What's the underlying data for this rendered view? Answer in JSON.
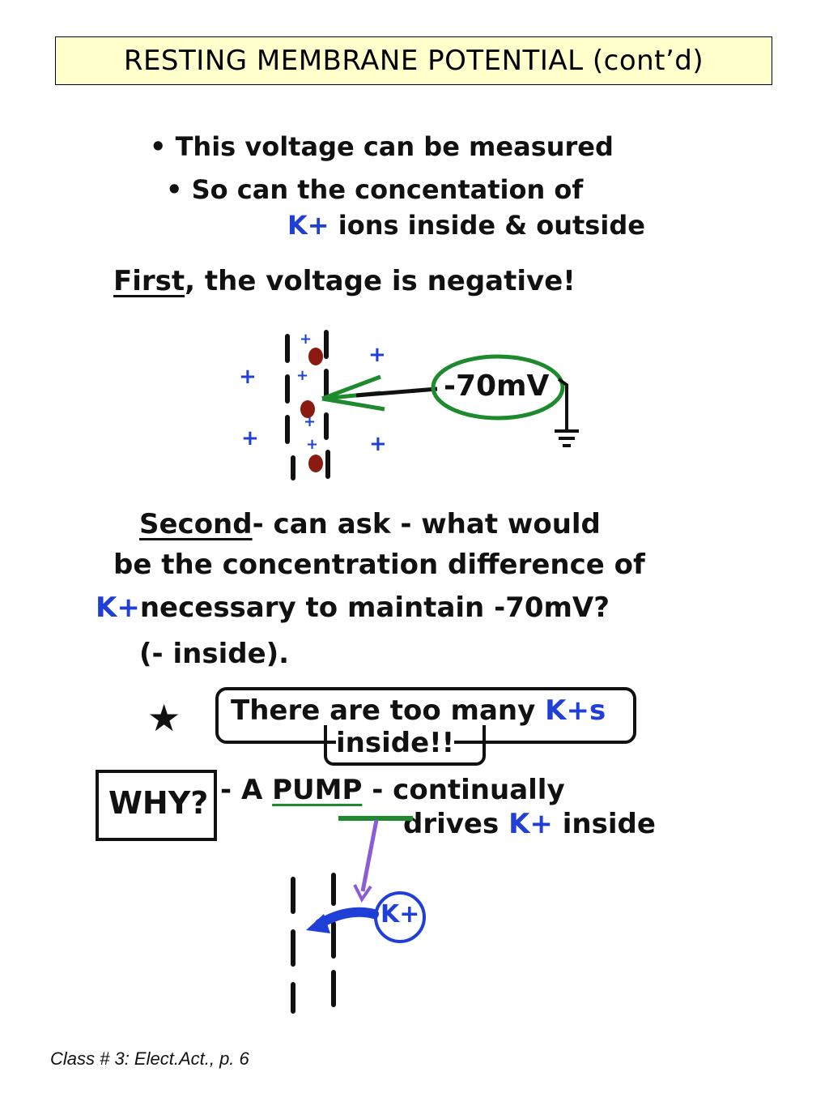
{
  "title": "RESTING MEMBRANE POTENTIAL (cont’d)",
  "bullets": [
    "This voltage can be measured",
    "So can the concentation of"
  ],
  "bullet2_cont_k": "K+",
  "bullet2_cont_rest": "ions inside & outside",
  "first": {
    "keyword": "First",
    "rest": ", the voltage is negative!"
  },
  "diagram1": {
    "voltage": "-70mV",
    "plus": "+"
  },
  "second": {
    "keyword": "Second",
    "line1_rest": "- can ask - what would",
    "line2": "be the concentration difference of",
    "line3_k": "K+",
    "line3_rest": "necessary to maintain -70mV?",
    "line4": "(- inside)."
  },
  "callout": {
    "star": "★",
    "line1": "There are too many",
    "k": "K+s",
    "line2": "inside!!"
  },
  "why": {
    "label": "WHY?",
    "line1_a": "- A ",
    "pump": "PUMP",
    "line1_rest": " - continually",
    "line2_a": "drives ",
    "line2_k": "K+",
    "line2_rest": " inside"
  },
  "diagram2": {
    "ion": "K+"
  },
  "footer": "Class # 3: Elect.Act., p. 6",
  "colors": {
    "title_bg": "#ffffcc",
    "blue": "#1f3fd6",
    "green": "#1e8a2e",
    "purple": "#8a5cd6",
    "red_ion": "#8b1a10"
  }
}
